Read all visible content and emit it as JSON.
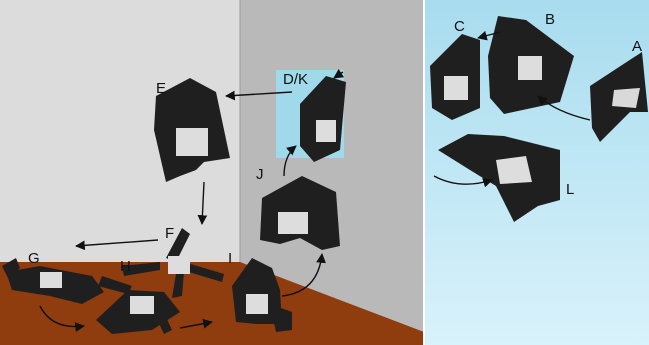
{
  "labels": {
    "A": "A",
    "B": "B",
    "C": "C",
    "D_K": "D/K",
    "E": "E",
    "F": "F",
    "G": "G",
    "H": "H",
    "I": "I",
    "J": "J",
    "L": "L"
  },
  "colors": {
    "left_wall": "#dcdcdc",
    "mid_wall": "#b9b9b9",
    "floor": "#8f3c0e",
    "sky_top": "#a8dcee",
    "sky_bottom": "#d9f2fb",
    "wing": "#1e1e1e",
    "body": "#dddddd",
    "arrow": "#111111"
  },
  "icons": {
    "wing": "folding-wing-glider-icon",
    "arrow": "arrow-icon"
  }
}
